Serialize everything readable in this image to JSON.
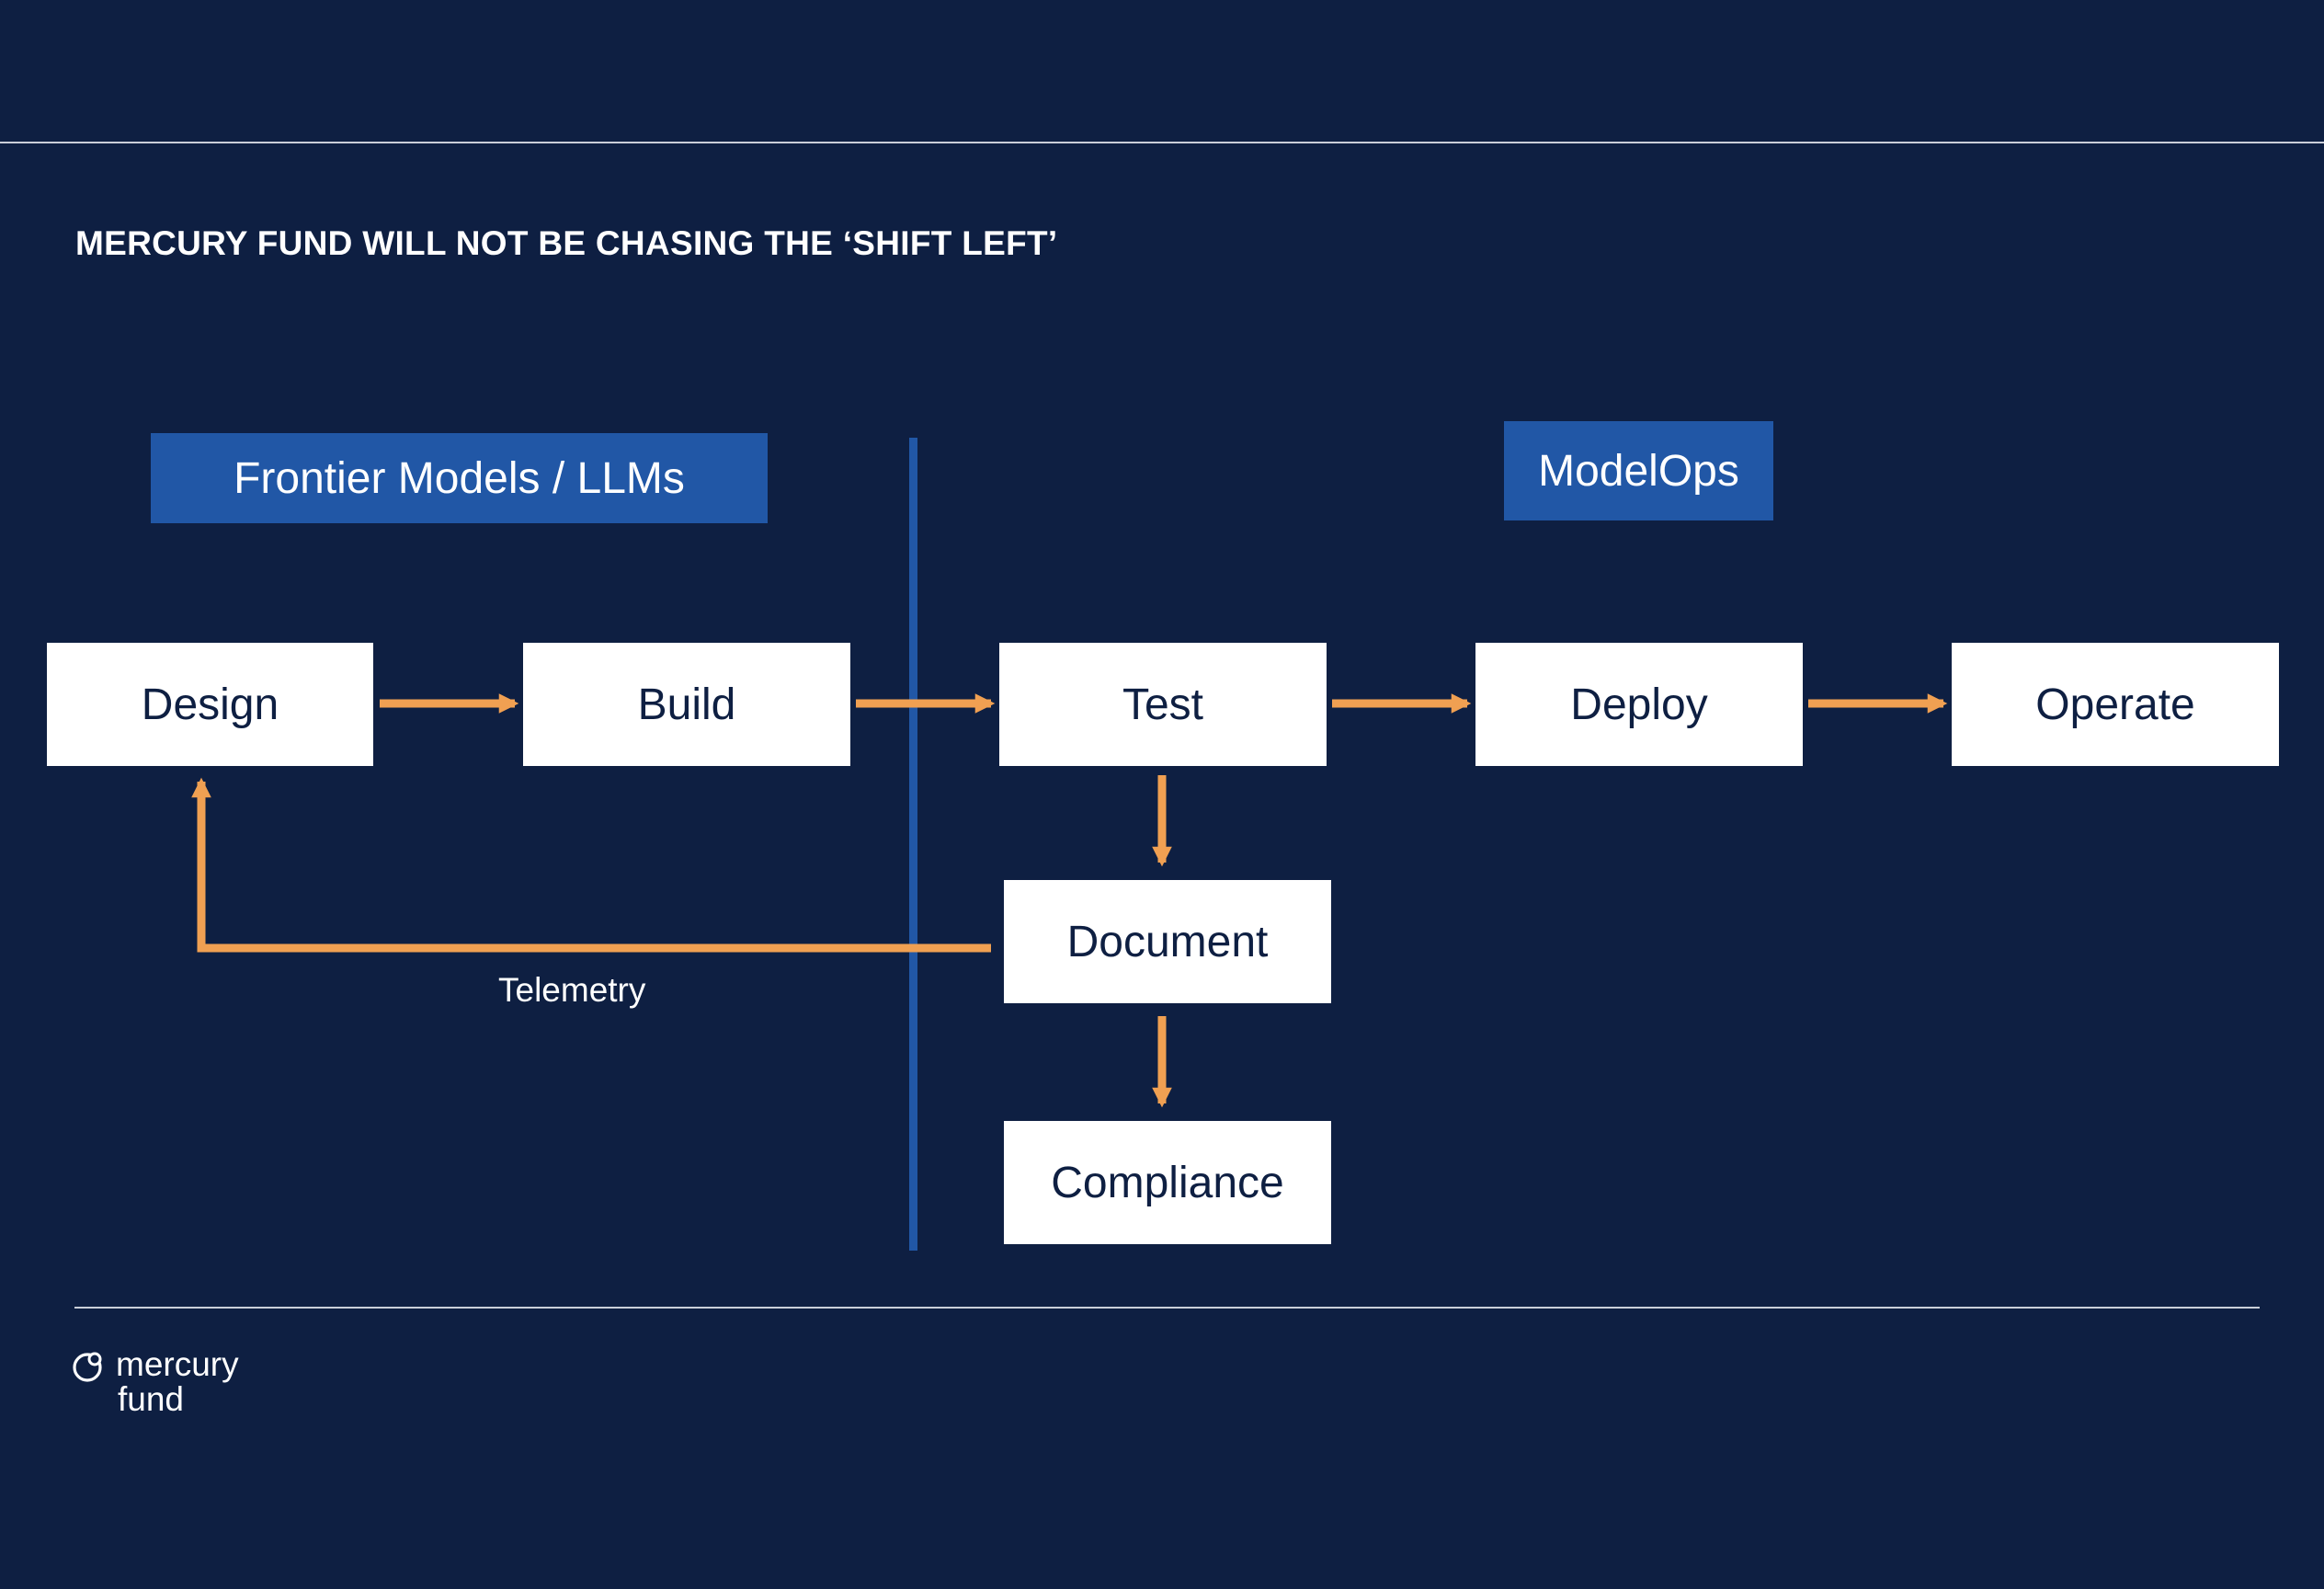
{
  "title": "MERCURY FUND WILL NOT BE CHASING THE ‘SHIFT LEFT’",
  "tags": {
    "left": "Frontier Models / LLMs",
    "right": "ModelOps"
  },
  "stages": {
    "design": "Design",
    "build": "Build",
    "test": "Test",
    "deploy": "Deploy",
    "operate": "Operate",
    "document": "Document",
    "compliance": "Compliance"
  },
  "feedback_label": "Telemetry",
  "logo": {
    "line1": "mercury",
    "line2": "fund"
  },
  "colors": {
    "background": "#0e1f42",
    "tag": "#2157a6",
    "arrow": "#f0a052",
    "box": "#ffffff"
  }
}
